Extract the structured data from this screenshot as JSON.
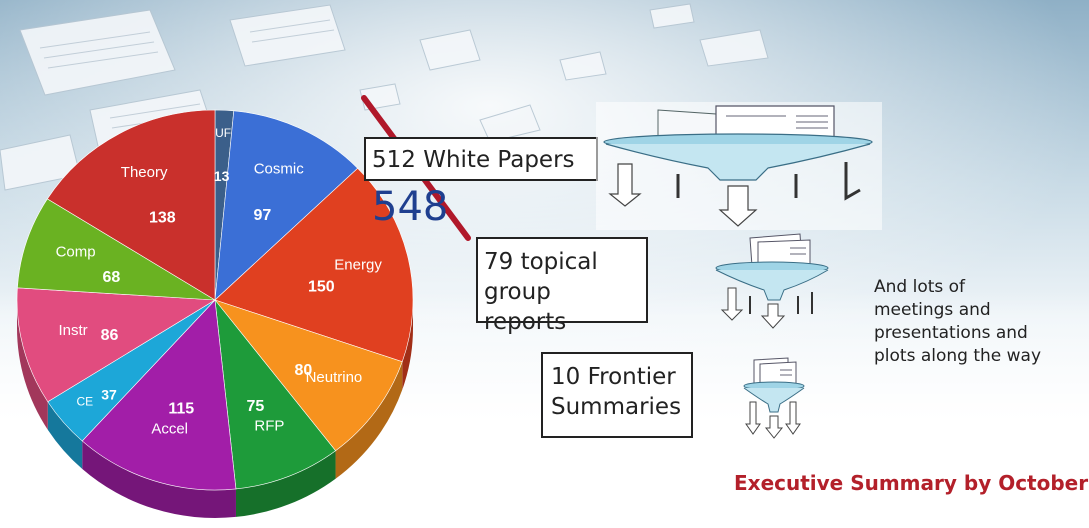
{
  "chart_data": {
    "type": "pie",
    "slices": [
      {
        "label": "UF",
        "value": 13,
        "color": "#3b5f8a"
      },
      {
        "label": "Cosmic",
        "value": 97,
        "color": "#3b6fd6"
      },
      {
        "label": "Energy",
        "value": 150,
        "color": "#e04020"
      },
      {
        "label": "Neutrino",
        "value": 80,
        "color": "#f7921e"
      },
      {
        "label": "RFP",
        "value": 75,
        "color": "#1e9b3a"
      },
      {
        "label": "Accel",
        "value": 115,
        "color": "#a21ea8"
      },
      {
        "label": "CE",
        "value": 37,
        "color": "#1da7d8"
      },
      {
        "label": "Instr",
        "value": 86,
        "color": "#e14c7f"
      },
      {
        "label": "Comp",
        "value": 68,
        "color": "#6ab222"
      },
      {
        "label": "Theory",
        "value": 138,
        "color": "#c9302c"
      }
    ]
  },
  "stages": {
    "white_papers_label": "512 White Papers",
    "updated_count": "548",
    "topical_line1": "79 topical",
    "topical_line2": "group reports",
    "frontier_line1": "10 Frontier",
    "frontier_line2": "Summaries"
  },
  "note": {
    "line1": "And lots of",
    "line2": "meetings and",
    "line3": "presentations and",
    "line4": "plots along the way"
  },
  "executive_summary": "Executive Summary by October",
  "icons": {
    "funnel": "funnel-icon",
    "papers": "papers-background-icon"
  }
}
